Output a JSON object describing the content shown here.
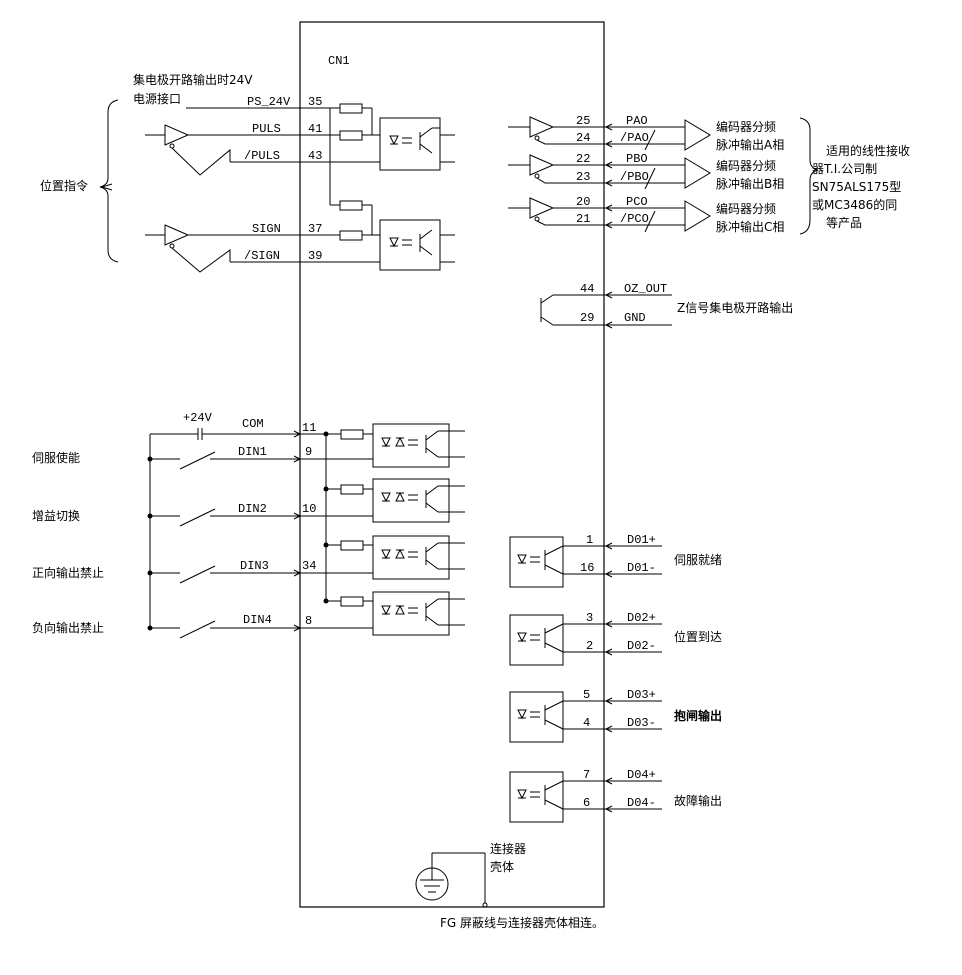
{
  "connector": {
    "name": "CN1"
  },
  "top_left": {
    "line1": "集电极开路输出时24V",
    "line2": "电源接口",
    "group_label": "位置指令"
  },
  "position_signals": [
    {
      "signal": "PS_24V",
      "pin": "35"
    },
    {
      "signal": "PULS",
      "pin": "41"
    },
    {
      "signal": "/PULS",
      "pin": "43"
    },
    {
      "signal": "SIGN",
      "pin": "37"
    },
    {
      "signal": "/SIGN",
      "pin": "39"
    }
  ],
  "encoder_outputs": [
    {
      "pin_pos": "25",
      "pin_neg": "24",
      "sig_pos": "PAO",
      "sig_neg": "/PAO",
      "line1": "编码器分频",
      "line2": "脉冲输出A相"
    },
    {
      "pin_pos": "22",
      "pin_neg": "23",
      "sig_pos": "PBO",
      "sig_neg": "/PBO",
      "line1": "编码器分频",
      "line2": "脉冲输出B相"
    },
    {
      "pin_pos": "20",
      "pin_neg": "21",
      "sig_pos": "PCO",
      "sig_neg": "/PCO",
      "line1": "编码器分频",
      "line2": "脉冲输出C相"
    }
  ],
  "receiver_note": [
    "适用的线性接收",
    "器T.I.公司制",
    "SN75ALS175型",
    "或MC3486的同",
    "等产品"
  ],
  "z_output": {
    "pin_top": "44",
    "pin_bottom": "29",
    "sig_top": "OZ_OUT",
    "sig_bottom": "GND",
    "label": "Z信号集电极开路输出"
  },
  "digital_inputs": {
    "supply": "+24V",
    "com_label": "COM",
    "com_pin": "11",
    "items": [
      {
        "name": "伺服使能",
        "signal": "DIN1",
        "pin": "9"
      },
      {
        "name": "增益切换",
        "signal": "DIN2",
        "pin": "10"
      },
      {
        "name": "正向输出禁止",
        "signal": "DIN3",
        "pin": "34"
      },
      {
        "name": "负向输出禁止",
        "signal": "DIN4",
        "pin": "8"
      }
    ]
  },
  "digital_outputs": [
    {
      "pin_pos": "1",
      "pin_neg": "16",
      "sig_pos": "D01+",
      "sig_neg": "D01-",
      "label": "伺服就绪"
    },
    {
      "pin_pos": "3",
      "pin_neg": "2",
      "sig_pos": "D02+",
      "sig_neg": "D02-",
      "label": "位置到达"
    },
    {
      "pin_pos": "5",
      "pin_neg": "4",
      "sig_pos": "D03+",
      "sig_neg": "D03-",
      "label": "抱闸输出"
    },
    {
      "pin_pos": "7",
      "pin_neg": "6",
      "sig_pos": "D04+",
      "sig_neg": "D04-",
      "label": "故障输出"
    }
  ],
  "shell": {
    "line1": "连接器",
    "line2": "壳体"
  },
  "footer": "FG 屏蔽线与连接器壳体相连。"
}
